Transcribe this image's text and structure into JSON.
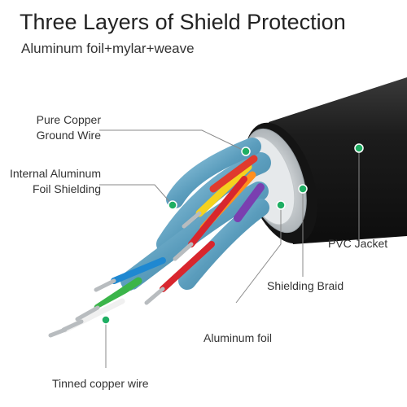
{
  "header": {
    "title": "Three Layers of Shield Protection",
    "subtitle": "Aluminum foil+mylar+weave"
  },
  "callouts": [
    {
      "id": "pure-copper",
      "lines": [
        "Pure Copper",
        "Ground Wire"
      ]
    },
    {
      "id": "internal-foil",
      "lines": [
        "Internal Aluminum",
        "Foil Shielding"
      ]
    },
    {
      "id": "pvc-jacket",
      "lines": [
        "PVC Jacket"
      ]
    },
    {
      "id": "shielding-braid",
      "lines": [
        "Shielding Braid"
      ]
    },
    {
      "id": "aluminum-foil",
      "lines": [
        "Aluminum foil"
      ]
    },
    {
      "id": "tinned-copper",
      "lines": [
        "Tinned copper wire"
      ]
    }
  ],
  "colors": {
    "dot": "#1fae63",
    "leader": "#8a8a8a",
    "jacket": "#1f1f1f",
    "braid": "#cfd3d6",
    "pair_foil": "#6aa7c4",
    "wire_colors": [
      "#e03b2e",
      "#f5d21e",
      "#ff8f1f",
      "#7a3fb0",
      "#1f88d1",
      "#3bb54a",
      "#d8262e",
      "#ffffff"
    ]
  }
}
